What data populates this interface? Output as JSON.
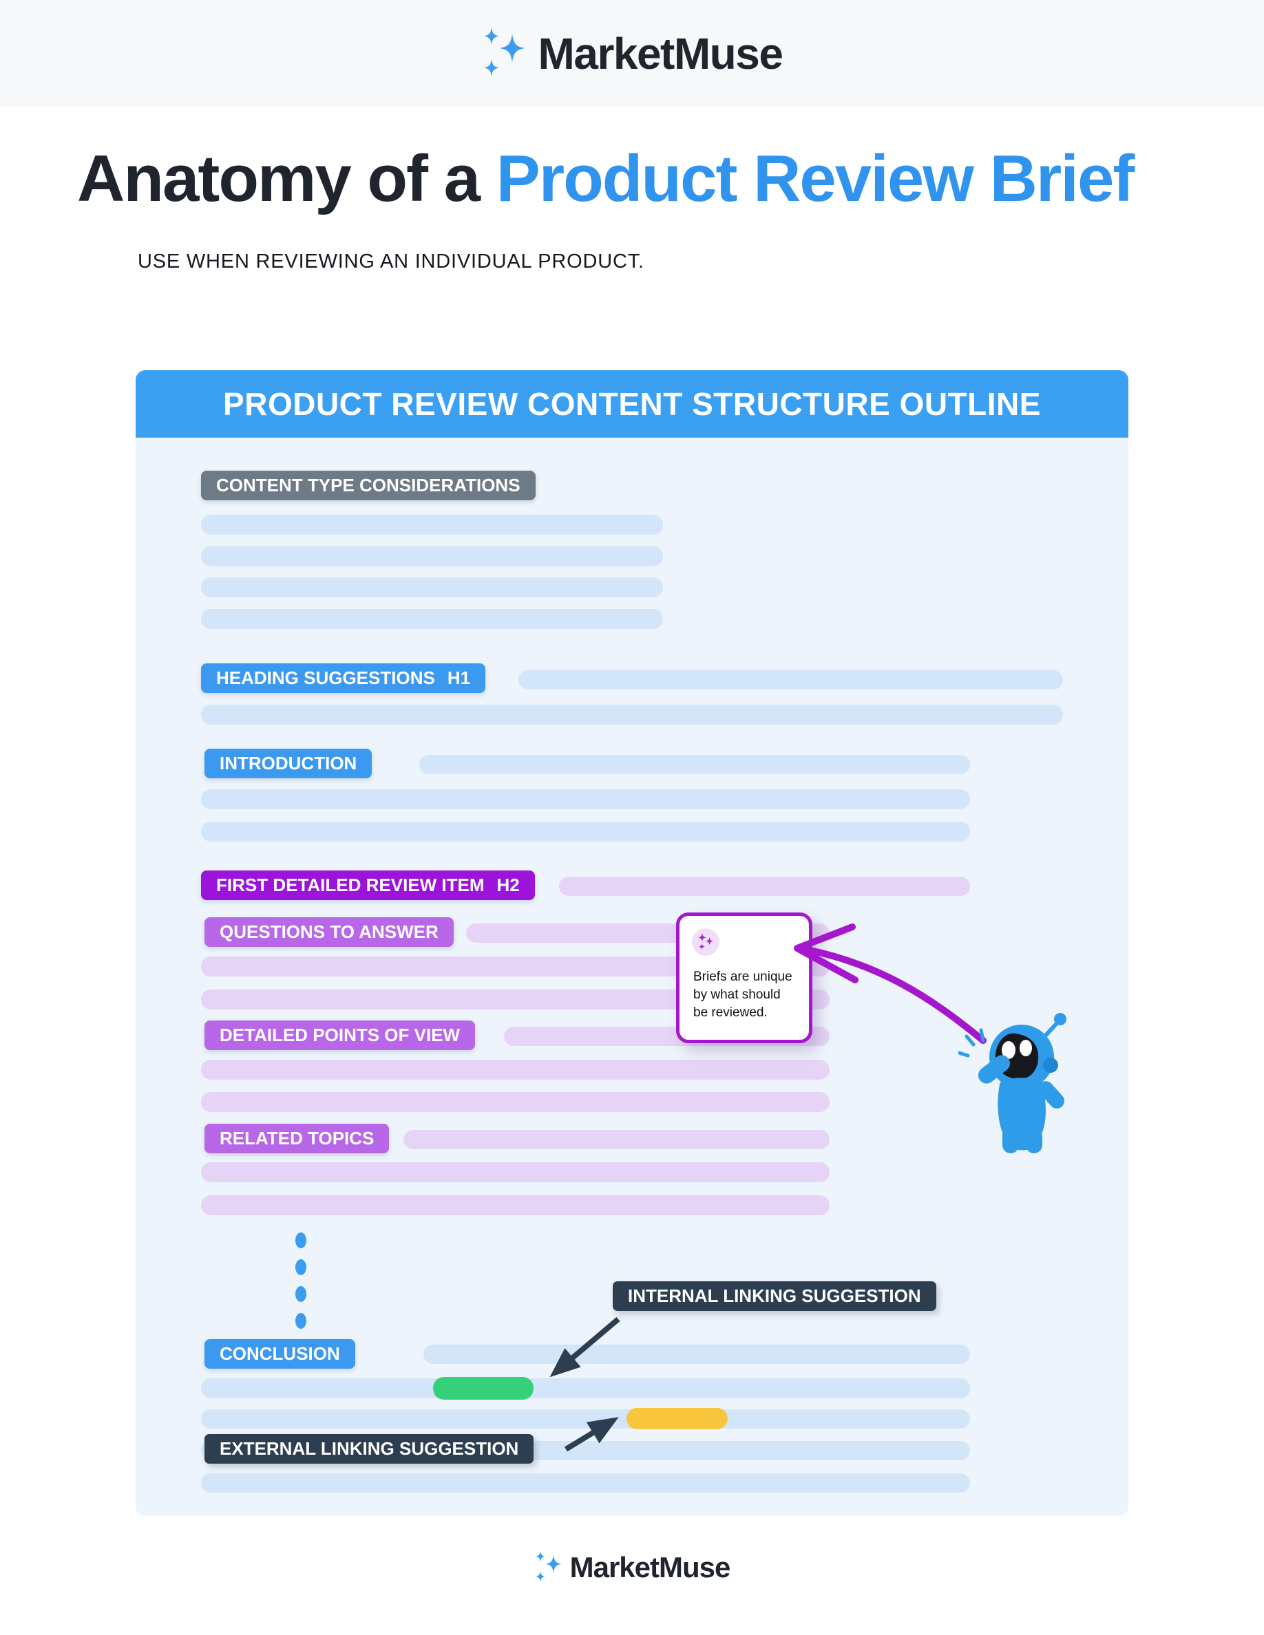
{
  "colors": {
    "banner-blue": "#3b9ff2",
    "label-blue": "#3b99ef",
    "bar-blue": "#d3e6f9",
    "body-bg": "#edf4fb",
    "header-bg": "#f7f8f9",
    "label-gray": "#6e7a85",
    "label-purple-dark": "#9c13d9",
    "label-purple": "#b767e8",
    "bar-purple": "#e6d4f6",
    "label-navy": "#2c3e50",
    "green": "#35d07a",
    "yellow": "#f8c53c",
    "magenta": "#a517cc",
    "title-blue": "#3093ee",
    "title-dark": "#20242c",
    "robot-blue": "#2f9ce9",
    "robot-blue-dark": "#1f86d4",
    "dot-blue": "#3b9cf0"
  },
  "icons": {
    "sparkles-icon": "✦✦✦",
    "callout-sparkles-icon": "✦"
  },
  "header": {
    "logo_text": "MarketMuse"
  },
  "title": {
    "prefix": "Anatomy of a",
    "highlight": "Product Review Brief"
  },
  "subtitle": "USE WHEN REVIEWING AN INDIVIDUAL PRODUCT.",
  "outline": {
    "banner": "PRODUCT REVIEW CONTENT STRUCTURE OUTLINE",
    "sections": {
      "content_type": "CONTENT TYPE CONSIDERATIONS",
      "heading": {
        "text": "HEADING SUGGESTIONS",
        "tag": "H1"
      },
      "introduction": "INTRODUCTION",
      "first_detailed": {
        "text": "FIRST DETAILED REVIEW ITEM",
        "tag": "H2"
      },
      "questions": "QUESTIONS TO ANSWER",
      "detailed_points": "DETAILED POINTS OF VIEW",
      "related_topics": "RELATED TOPICS",
      "internal_linking": "INTERNAL LINKING SUGGESTION",
      "conclusion": "CONCLUSION",
      "external_linking": "EXTERNAL LINKING SUGGESTION"
    },
    "callout": {
      "text": "Briefs are unique by what should be reviewed."
    }
  },
  "footer": {
    "logo_text": "MarketMuse"
  }
}
